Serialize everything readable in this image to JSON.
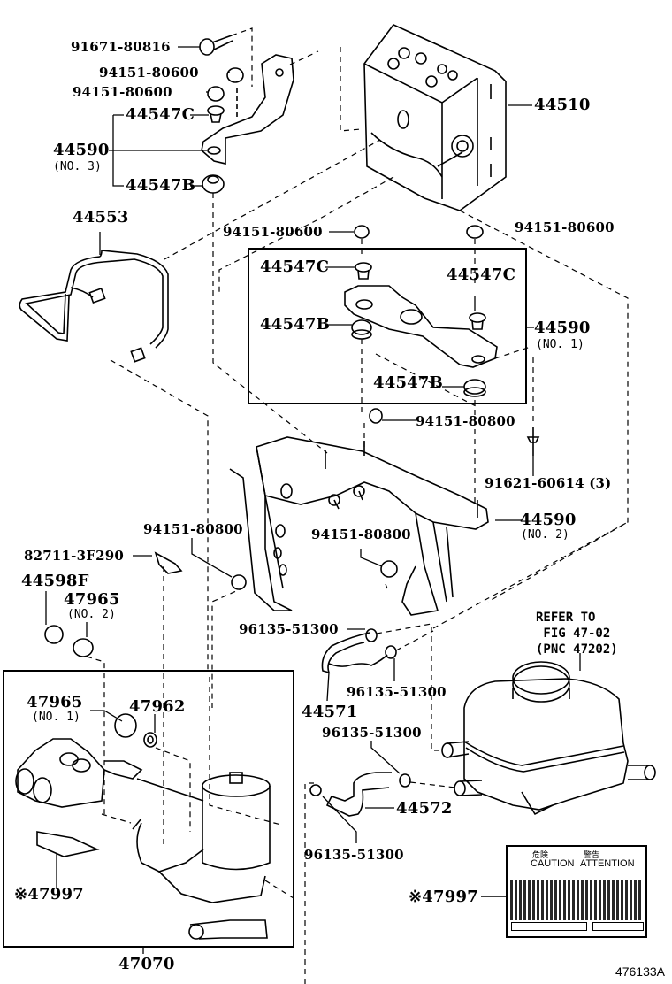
{
  "figure_id": "476133A",
  "callouts": {
    "bolt_top": "91671-80816",
    "nut_a": "94151-80600",
    "nut_b": "94151-80600",
    "cushion_c_top": "44547C",
    "bracket_no3": "44590",
    "bracket_no3_sub": "(NO. 3)",
    "cushion_b_top": "44547B",
    "actuator": "44510",
    "tube": "44553",
    "nut_mid_left": "94151-80600",
    "nut_mid_right": "94151-80600",
    "box1_cushion_c_left": "44547C",
    "box1_cushion_c_right": "44547C",
    "box1_cushion_b_left": "44547B",
    "box1_cushion_b_bottom": "44547B",
    "bracket_no1": "44590",
    "bracket_no1_sub": "(NO. 1)",
    "nut_80800_upper": "94151-80800",
    "bolt_60614": "91621-60614 (3)",
    "bracket_no2": "44590",
    "bracket_no2_sub": "(NO. 2)",
    "nut_80800_left": "94151-80800",
    "nut_80800_mid": "94151-80800",
    "label_plate": "82711-3F290",
    "cushion_f": "44598F",
    "cushion_no2": "47965",
    "cushion_no2_sub": "(NO. 2)",
    "clip_upper": "96135-51300",
    "clip_upper_right": "96135-51300",
    "hose_upper": "44571",
    "clip_mid": "96135-51300",
    "hose_lower": "44572",
    "clip_lower": "96135-51300",
    "refer_note": "REFER TO\n FIG 47-02\n(PNC 47202)",
    "box2_cushion_no1": "47965",
    "box2_cushion_no1_sub": "(NO. 1)",
    "box2_seal": "47962",
    "box2_label": "※47997",
    "pump_assy": "47070",
    "caution_label": "※47997"
  },
  "caution_plate": {
    "jp_left": "危険",
    "jp_right": "警告",
    "en_left": "CAUTION",
    "en_right": "ATTENTION"
  }
}
